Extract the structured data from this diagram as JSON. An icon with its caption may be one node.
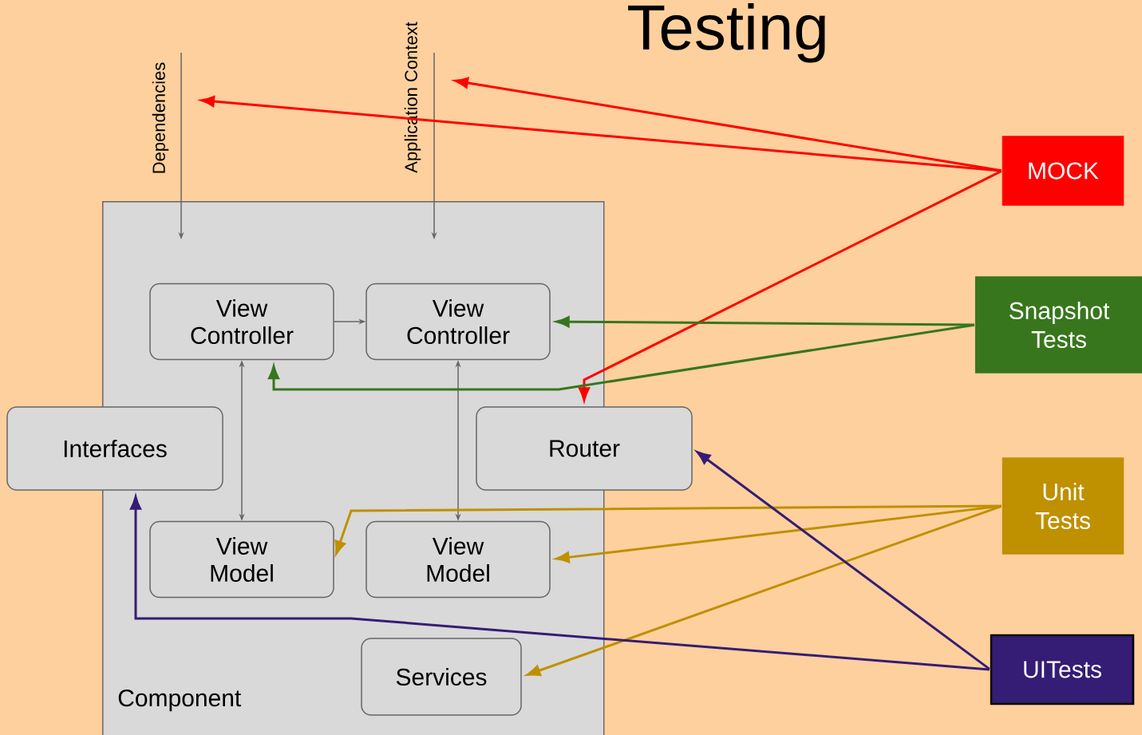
{
  "diagram": {
    "title": "Testing",
    "nodes": [
      {
        "text": [
          "Component"
        ]
      },
      {
        "text": [
          "View Controller"
        ],
        "in": 0
      },
      {
        "text": [
          "View Controller"
        ],
        "in": 0
      },
      {
        "text": [
          "Interfaces"
        ]
      },
      {
        "text": [
          "Router"
        ]
      },
      {
        "text": [
          "View Model"
        ],
        "in": 0
      },
      {
        "text": [
          "View Model"
        ],
        "in": 0
      },
      {
        "text": [
          "Services"
        ],
        "in": 0
      },
      {
        "text": [
          "MOCK"
        ]
      },
      {
        "text": [
          "Snapshot Tests"
        ]
      },
      {
        "text": [
          "Unit Tests"
        ]
      },
      {
        "text": [
          "UITests"
        ]
      },
      {
        "text": [
          "Dependencies"
        ]
      },
      {
        "text": [
          "Application Context"
        ]
      }
    ],
    "edges": [
      {
        "from": 1,
        "to": 2,
        "arrow": "to",
        "color": "#666666"
      },
      {
        "from": 1,
        "to": 5,
        "arrow": "both",
        "color": "#666666"
      },
      {
        "from": 2,
        "to": 6,
        "arrow": "both",
        "color": "#666666"
      },
      {
        "from": 12,
        "to": null,
        "arrow": "to",
        "color": "#666666"
      },
      {
        "from": 13,
        "to": null,
        "arrow": "to",
        "color": "#666666"
      },
      {
        "from": 8,
        "to": 12,
        "arrow": "to",
        "color": "#ff0000"
      },
      {
        "from": 8,
        "to": 13,
        "arrow": "to",
        "color": "#ff0000"
      },
      {
        "from": 8,
        "to": 4,
        "arrow": "to",
        "color": "#ff0000"
      },
      {
        "from": 9,
        "to": 2,
        "arrow": "to",
        "color": "#38761d"
      },
      {
        "from": 9,
        "to": 1,
        "arrow": "to",
        "color": "#38761d"
      },
      {
        "from": 10,
        "to": 6,
        "arrow": "to",
        "color": "#bf9000"
      },
      {
        "from": 10,
        "to": 5,
        "arrow": "to",
        "color": "#bf9000"
      },
      {
        "from": 10,
        "to": 7,
        "arrow": "to",
        "color": "#bf9000"
      },
      {
        "from": 11,
        "to": 4,
        "arrow": "to",
        "color": "#351c75"
      },
      {
        "from": 11,
        "to": 3,
        "arrow": "to",
        "color": "#351c75"
      }
    ]
  }
}
